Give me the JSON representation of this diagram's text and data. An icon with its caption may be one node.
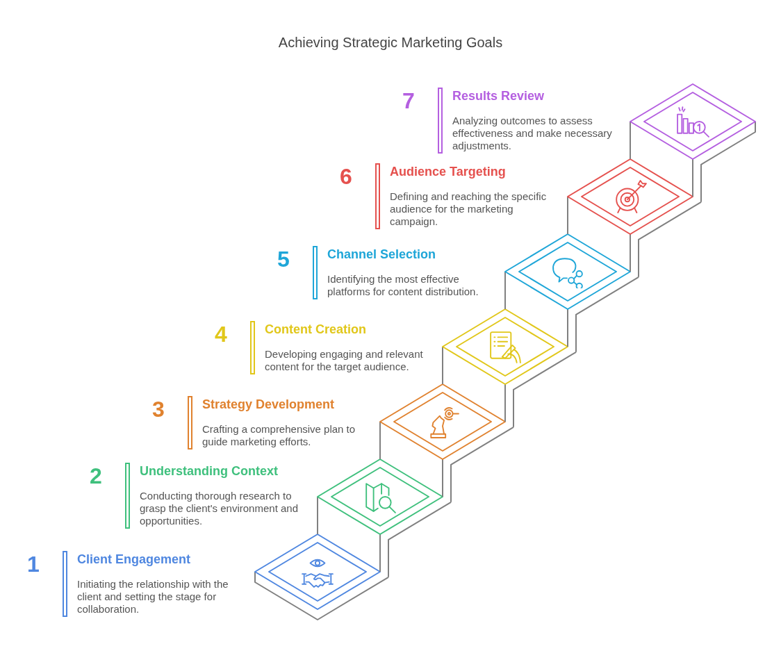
{
  "diagram": {
    "title": "Achieving Strategic Marketing Goals",
    "nodes": [
      {
        "text": [
          "Client Engagement",
          "Initiating the relationship with the client and setting the stage for collaboration."
        ],
        "beside": [
          "1"
        ]
      },
      {
        "text": [
          "Understanding Context",
          "Conducting thorough research to grasp the client's environment and opportunities."
        ],
        "beside": [
          "2"
        ]
      },
      {
        "text": [
          "Strategy Development",
          "Crafting a comprehensive plan to guide marketing efforts."
        ],
        "beside": [
          "3"
        ]
      },
      {
        "text": [
          "Content Creation",
          "Developing engaging and relevant content for the target audience."
        ],
        "beside": [
          "4"
        ]
      },
      {
        "text": [
          "Channel Selection",
          "Identifying the most effective platforms for content distribution."
        ],
        "beside": [
          "5"
        ]
      },
      {
        "text": [
          "Audience Targeting",
          "Defining and reaching the specific audience for the marketing campaign."
        ],
        "beside": [
          "6"
        ]
      },
      {
        "text": [
          "Results Review",
          "Analyzing outcomes to assess effectiveness and make necessary adjustments."
        ],
        "beside": [
          "7"
        ]
      }
    ]
  }
}
